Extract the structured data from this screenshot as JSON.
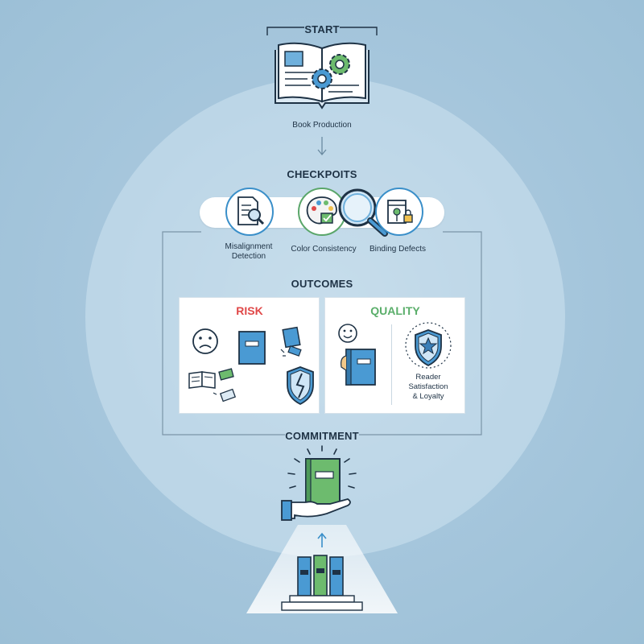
{
  "start": {
    "heading": "START",
    "caption": "Book Production"
  },
  "checkpoints": {
    "heading": "CHECKPOITS",
    "items": [
      {
        "label": "Misalignment\nDetection",
        "icon": "document-magnifier-icon"
      },
      {
        "label": "Color Consistency",
        "icon": "palette-icon"
      },
      {
        "label": "Binding Defects",
        "icon": "binding-lock-icon"
      }
    ]
  },
  "outcomes": {
    "heading": "OUTCOMES",
    "risk": {
      "title": "RISK",
      "color": "#e04848"
    },
    "quality": {
      "title": "QUALITY",
      "color": "#5aae6a",
      "caption": "Reader\nSatisfaction\n& Loyalty"
    }
  },
  "commitment": {
    "heading": "COMMITMENT"
  },
  "colors": {
    "blue": "#3a8fc9",
    "green": "#5aa66a",
    "navy": "#1e3245",
    "red": "#e04848"
  }
}
